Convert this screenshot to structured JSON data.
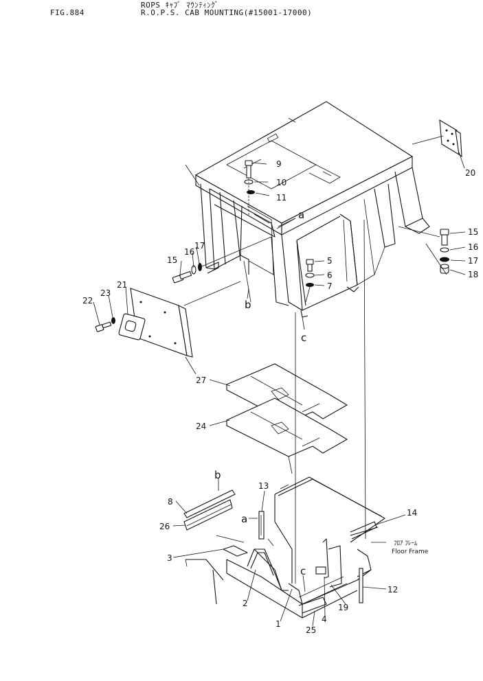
{
  "header": {
    "fig_no": "FIG.884",
    "title_jp": "ROPS ｷｬﾌﾞ ﾏｳﾝﾃｨﾝｸﾞ",
    "title_en": "R.O.P.S. CAB MOUNTING(#15001-17000)"
  },
  "callouts": {
    "n1": "1",
    "n2": "2",
    "n3": "3",
    "n4": "4",
    "n5": "5",
    "n6": "6",
    "n7": "7",
    "n8": "8",
    "n9": "9",
    "n10": "10",
    "n11": "11",
    "n12": "12",
    "n13": "13",
    "n14": "14",
    "n15a": "15",
    "n15b": "15",
    "n16a": "16",
    "n16b": "16",
    "n17a": "17",
    "n17b": "17",
    "n18": "18",
    "n19": "19",
    "n20": "20",
    "n21": "21",
    "n22": "22",
    "n23": "23",
    "n24": "24",
    "n25": "25",
    "n26": "26",
    "n27": "27"
  },
  "refs": {
    "a_top": "a",
    "a_bottom": "a",
    "b_top": "b",
    "b_bottom": "b",
    "c_top": "c",
    "c_bottom": "c"
  },
  "labels": {
    "floor_frame_jp": "ﾌﾛｱ ﾌﾚｰﾑ",
    "floor_frame_en": "Floor Frame"
  }
}
